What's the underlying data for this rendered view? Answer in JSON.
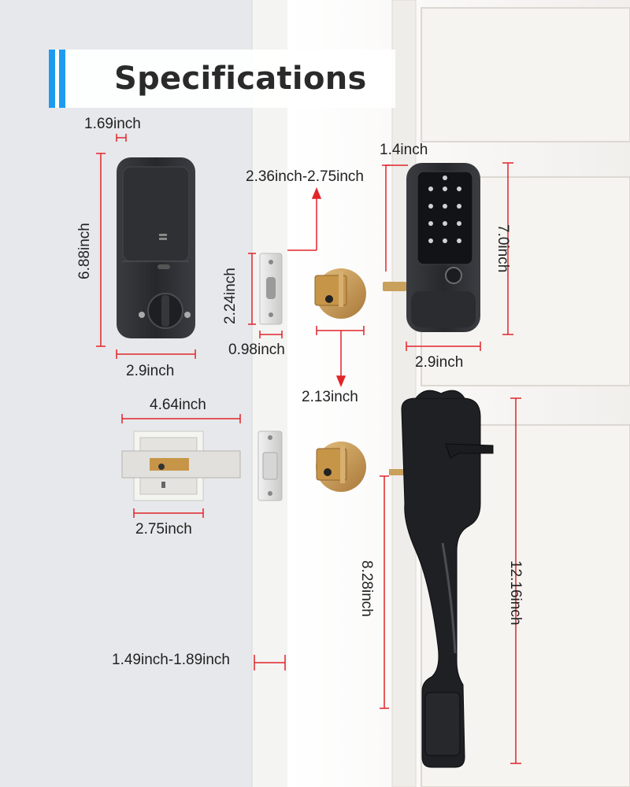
{
  "header": {
    "title": "Specifications"
  },
  "dimensions": {
    "exterior_depth": "1.69inch",
    "exterior_height": "6.88inch",
    "exterior_width": "2.9inch",
    "strike_height": "2.24inch",
    "strike_width": "0.98inch",
    "backset": "2.36inch-2.75inch",
    "bore_diameter": "2.13inch",
    "interior_depth": "1.4inch",
    "interior_height": "7.0inch",
    "interior_width": "2.9inch",
    "latch_length": "4.64inch",
    "latch_plate_width": "2.75inch",
    "door_thickness": "1.49inch-1.89inch",
    "handle_spacing": "8.28inch",
    "handle_height": "12.16inch"
  },
  "colors": {
    "accent": "#1e9bf0",
    "dimension_line": "#e0252b",
    "lock_body": "#2b2d31",
    "brass": "#c99a4a"
  }
}
